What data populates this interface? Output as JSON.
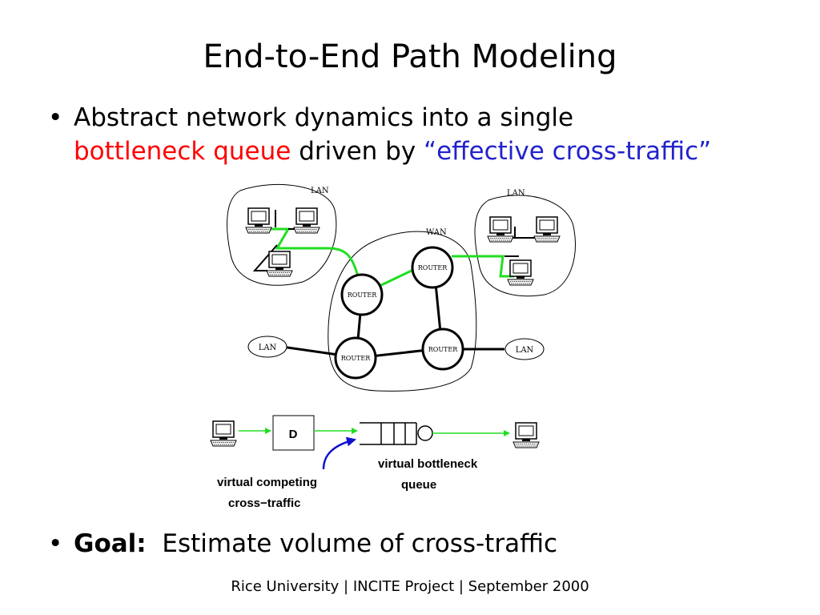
{
  "slide": {
    "title": "End-to-End Path Modeling",
    "bullet1": {
      "line1": "Abstract network dynamics into a single",
      "highlight1": "bottleneck queue",
      "middle": "driven by",
      "highlight2": "“effective cross-traffic”"
    },
    "bullet2": {
      "label": "Goal:",
      "text": "Estimate volume of cross-traffic"
    },
    "footer": "Rice University | INCITE Project | September 2000"
  },
  "diagram": {
    "lan_label": "LAN",
    "wan_label": "WAN",
    "router_label": "ROUTER",
    "delay_label": "D",
    "bottleneck_label_line1": "virtual bottleneck",
    "bottleneck_label_line2": "queue",
    "competing_label_line1": "virtual competing",
    "competing_label_line2": "cross−traffic"
  },
  "colors": {
    "path_green": "#22dd22",
    "cross_arrow_blue": "#1111cc",
    "highlight_red": "#ff0000",
    "highlight_blue": "#2222cc"
  }
}
